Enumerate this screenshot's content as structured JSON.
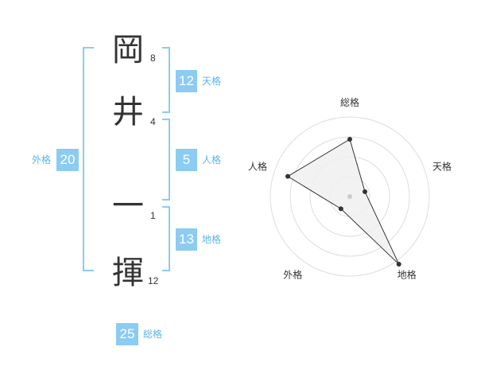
{
  "name": {
    "characters": [
      {
        "char": "岡",
        "strokes": "8"
      },
      {
        "char": "井",
        "strokes": "4"
      },
      {
        "char": "一",
        "strokes": "1"
      },
      {
        "char": "揮",
        "strokes": "12"
      }
    ]
  },
  "fortunes": {
    "tenkaku": {
      "value": "12",
      "label": "天格"
    },
    "jinkaku": {
      "value": "5",
      "label": "人格"
    },
    "chikaku": {
      "value": "13",
      "label": "地格"
    },
    "gaikaku": {
      "value": "20",
      "label": "外格"
    },
    "soukaku": {
      "value": "25",
      "label": "総格"
    }
  },
  "colors": {
    "accent": "#8ccbf2",
    "label_text": "#5bb4e8",
    "main_text": "#333333",
    "radar_fill": "#f0f0f0",
    "radar_grid": "#dddddd",
    "radar_line": "#333333"
  },
  "chart_data": {
    "type": "radar",
    "axes": [
      "総格",
      "天格",
      "地格",
      "外格",
      "人格"
    ],
    "values": [
      0.72,
      0.2,
      1.05,
      0.19,
      0.82
    ],
    "rings": 4
  }
}
